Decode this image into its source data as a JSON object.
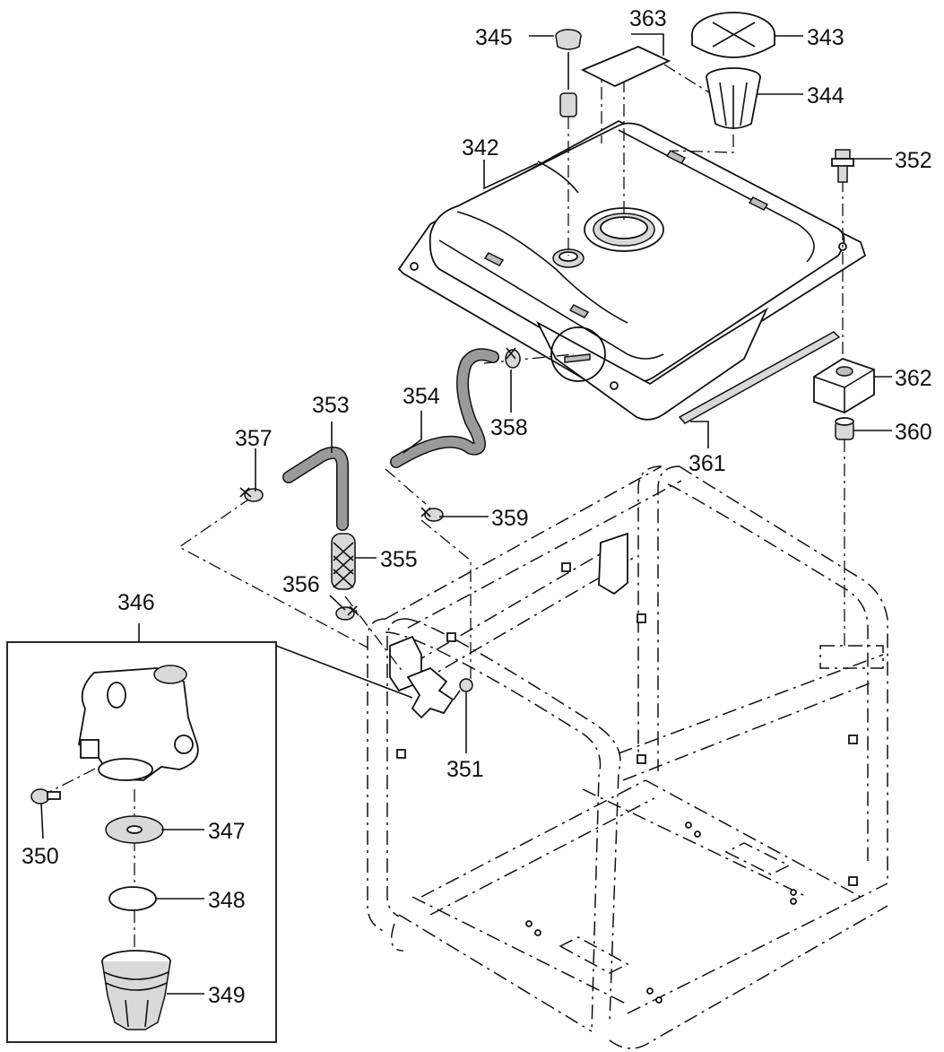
{
  "callouts": {
    "c342": "342",
    "c343": "343",
    "c344": "344",
    "c345": "345",
    "c346": "346",
    "c347": "347",
    "c348": "348",
    "c349": "349",
    "c350": "350",
    "c351": "351",
    "c352": "352",
    "c353": "353",
    "c354": "354",
    "c355": "355",
    "c356": "356",
    "c357": "357",
    "c358": "358",
    "c359": "359",
    "c360": "360",
    "c361": "361",
    "c362": "362",
    "c363": "363"
  }
}
